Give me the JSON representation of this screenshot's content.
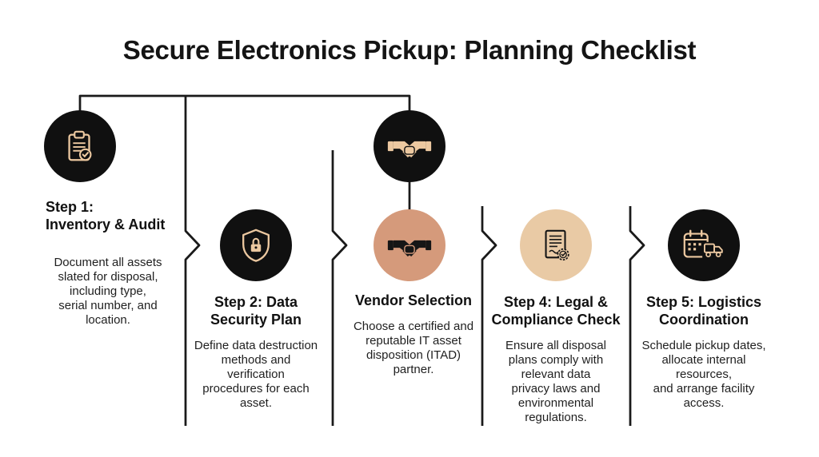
{
  "title": "Secure Electronics Pickup: Planning Checklist",
  "header_icon": {
    "name": "handshake-icon",
    "circle": "dark"
  },
  "steps": [
    {
      "heading_lines": [
        "Step 1:",
        "Inventory & Audit"
      ],
      "body_lines": [
        "Document all assets",
        "slated for disposal,",
        "including type,",
        "serial number, and",
        "location."
      ],
      "icon": "clipboard-check-icon",
      "circle": "dark"
    },
    {
      "heading_lines": [
        "Step 2: Data",
        "Security Plan"
      ],
      "body_lines": [
        "Define data destruction",
        "methods and",
        "verification",
        "procedures for each",
        "asset."
      ],
      "icon": "shield-lock-icon",
      "circle": "dark"
    },
    {
      "heading_lines": [
        "Vendor Selection"
      ],
      "body_lines": [
        "Choose a certified and",
        "reputable IT asset",
        "disposition (ITAD)",
        "partner."
      ],
      "icon": "handshake-icon",
      "circle": "salmon"
    },
    {
      "heading_lines": [
        "Step 4: Legal &",
        "Compliance Check"
      ],
      "body_lines": [
        "Ensure all disposal",
        "plans comply with",
        "relevant data",
        "privacy laws and",
        "environmental",
        "regulations."
      ],
      "icon": "document-seal-icon",
      "circle": "beige"
    },
    {
      "heading_lines": [
        "Step 5: Logistics",
        "Coordination"
      ],
      "body_lines": [
        "Schedule pickup dates,",
        "allocate internal",
        "resources,",
        "and arrange facility",
        "access."
      ],
      "icon": "calendar-truck-icon",
      "circle": "dark"
    }
  ],
  "colors": {
    "background": "#ffffff",
    "circle_dark": "#101010",
    "icon_tan": "#ecc8a0",
    "circle_salmon": "#d59a7b",
    "circle_beige": "#e9caa5",
    "text_dark": "#141414",
    "connector": "#1a1a1a"
  }
}
